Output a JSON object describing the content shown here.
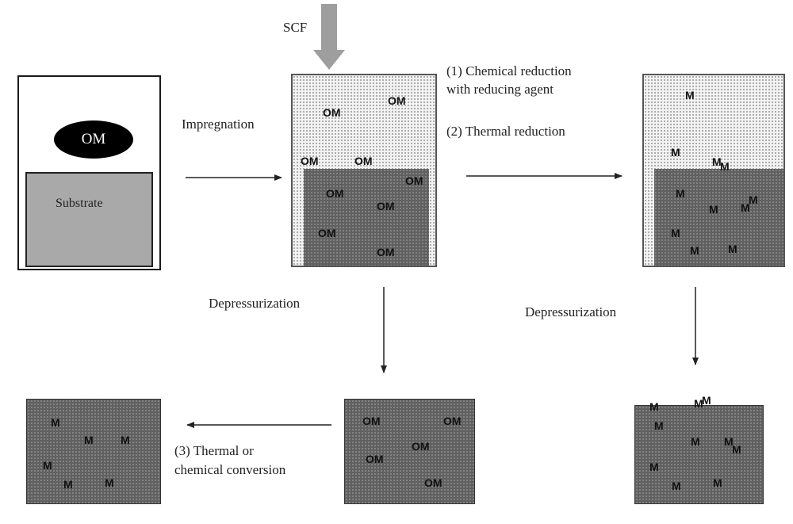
{
  "labels": {
    "scf": "SCF",
    "impregnation": "Impregnation",
    "reduction_1_line1": "(1) Chemical reduction",
    "reduction_1_line2": "with reducing agent",
    "reduction_2": "(2) Thermal reduction",
    "depressurization_left": "Depressurization",
    "depressurization_right": "Depressurization",
    "conversion_line1": "(3) Thermal or",
    "conversion_line2": "chemical conversion",
    "substrate": "Substrate"
  },
  "precursor": "OM",
  "metal": "M"
}
